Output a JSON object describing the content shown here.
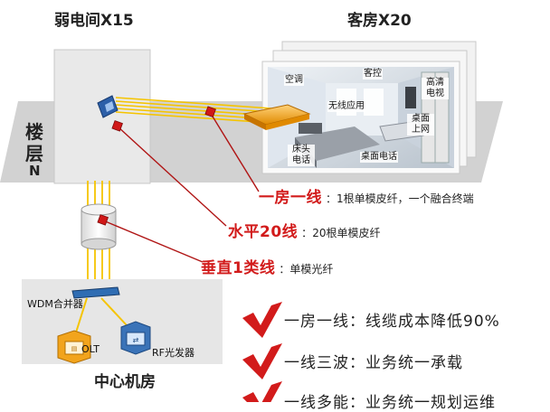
{
  "header": {
    "weak_room": "弱电间X15",
    "guest_room": "客房X20"
  },
  "floor": {
    "line1": "楼",
    "line2": "层",
    "line3": "N"
  },
  "room_labels": {
    "aircon": "空调",
    "control": "客控",
    "hdtv": "高清电视",
    "wireless": "无线应用",
    "desk_net": "桌面上网",
    "bed_phone": "床头电话",
    "desk_phone": "桌面电话"
  },
  "callouts": [
    {
      "title": "一房一线",
      "desc": "1根单模皮纤，一个融合终端"
    },
    {
      "title": "水平20线",
      "desc": "20根单模皮纤"
    },
    {
      "title": "垂直1类线",
      "desc": "单模光纤"
    }
  ],
  "center": {
    "wdm": "WDM合并器",
    "olt": "OLT",
    "rf": "RF光发器",
    "title": "中心机房"
  },
  "benefits": [
    "一房一线：线缆成本降低90%",
    "一线三波：业务统一承载",
    "一线多能：业务统一规划运维"
  ],
  "colors": {
    "accent_red": "#d21b1b",
    "fiber_yellow": "#f5c400",
    "floor_gray": "#cfcfcf"
  }
}
